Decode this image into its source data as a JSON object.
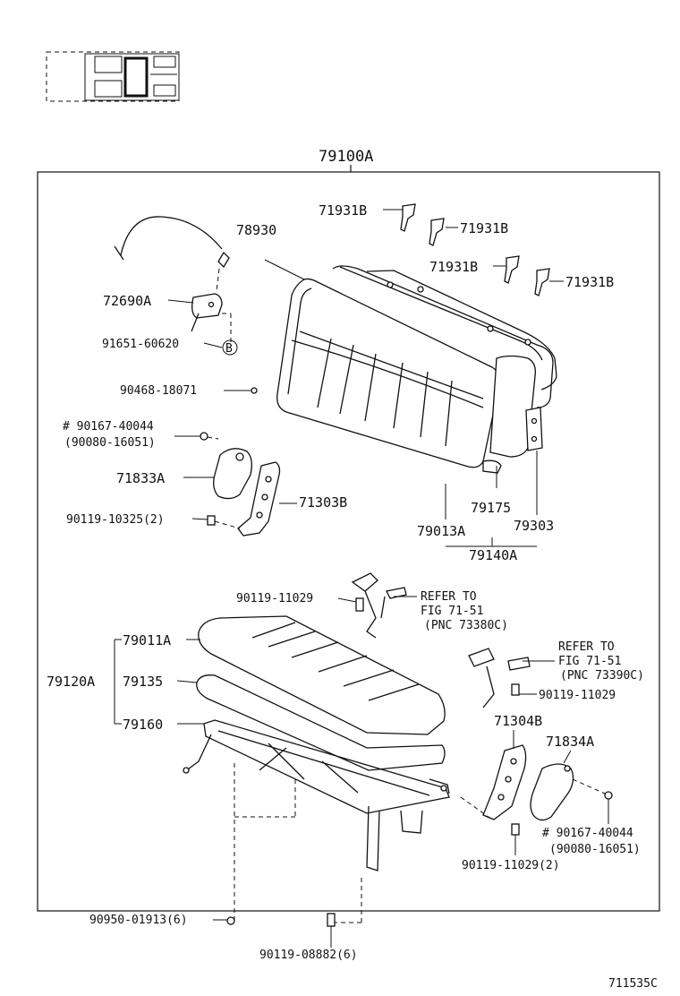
{
  "diagram": {
    "assembly_label": "79100A",
    "footer_code": "711535C",
    "labels": {
      "p71931B_1": "71931B",
      "p71931B_2": "71931B",
      "p71931B_3": "71931B",
      "p71931B_4": "71931B",
      "p78930": "78930",
      "p72690A": "72690A",
      "p91651": "91651-60620",
      "marker_b": "B",
      "p90468": "90468-18071",
      "p90167_top": "# 90167-40044",
      "p90080_top": "(90080-16051)",
      "p71833A": "71833A",
      "p71303B": "71303B",
      "p90119_10325": "90119-10325(2)",
      "p79175": "79175",
      "p79013A": "79013A",
      "p79303": "79303",
      "p79140A": "79140A",
      "p90119_11029_top": "90119-11029",
      "refer1_l1": "REFER TO",
      "refer1_l2": "FIG 71-51",
      "refer1_l3": "(PNC 73380C)",
      "p79011A": "79011A",
      "p79120A": "79120A",
      "p79135": "79135",
      "p79160": "79160",
      "refer2_l1": "REFER TO",
      "refer2_l2": "FIG 71-51",
      "refer2_l3": "(PNC 73390C)",
      "p90119_11029_mid": "90119-11029",
      "p71304B": "71304B",
      "p71834A": "71834A",
      "p90167_bot": "# 90167-40044",
      "p90080_bot": "(90080-16051)",
      "p90119_11029_2": "90119-11029(2)",
      "p90950": "90950-01913(6)",
      "p90119_08882": "90119-08882(6)"
    },
    "icons": [
      "seat-layout-icon"
    ]
  }
}
